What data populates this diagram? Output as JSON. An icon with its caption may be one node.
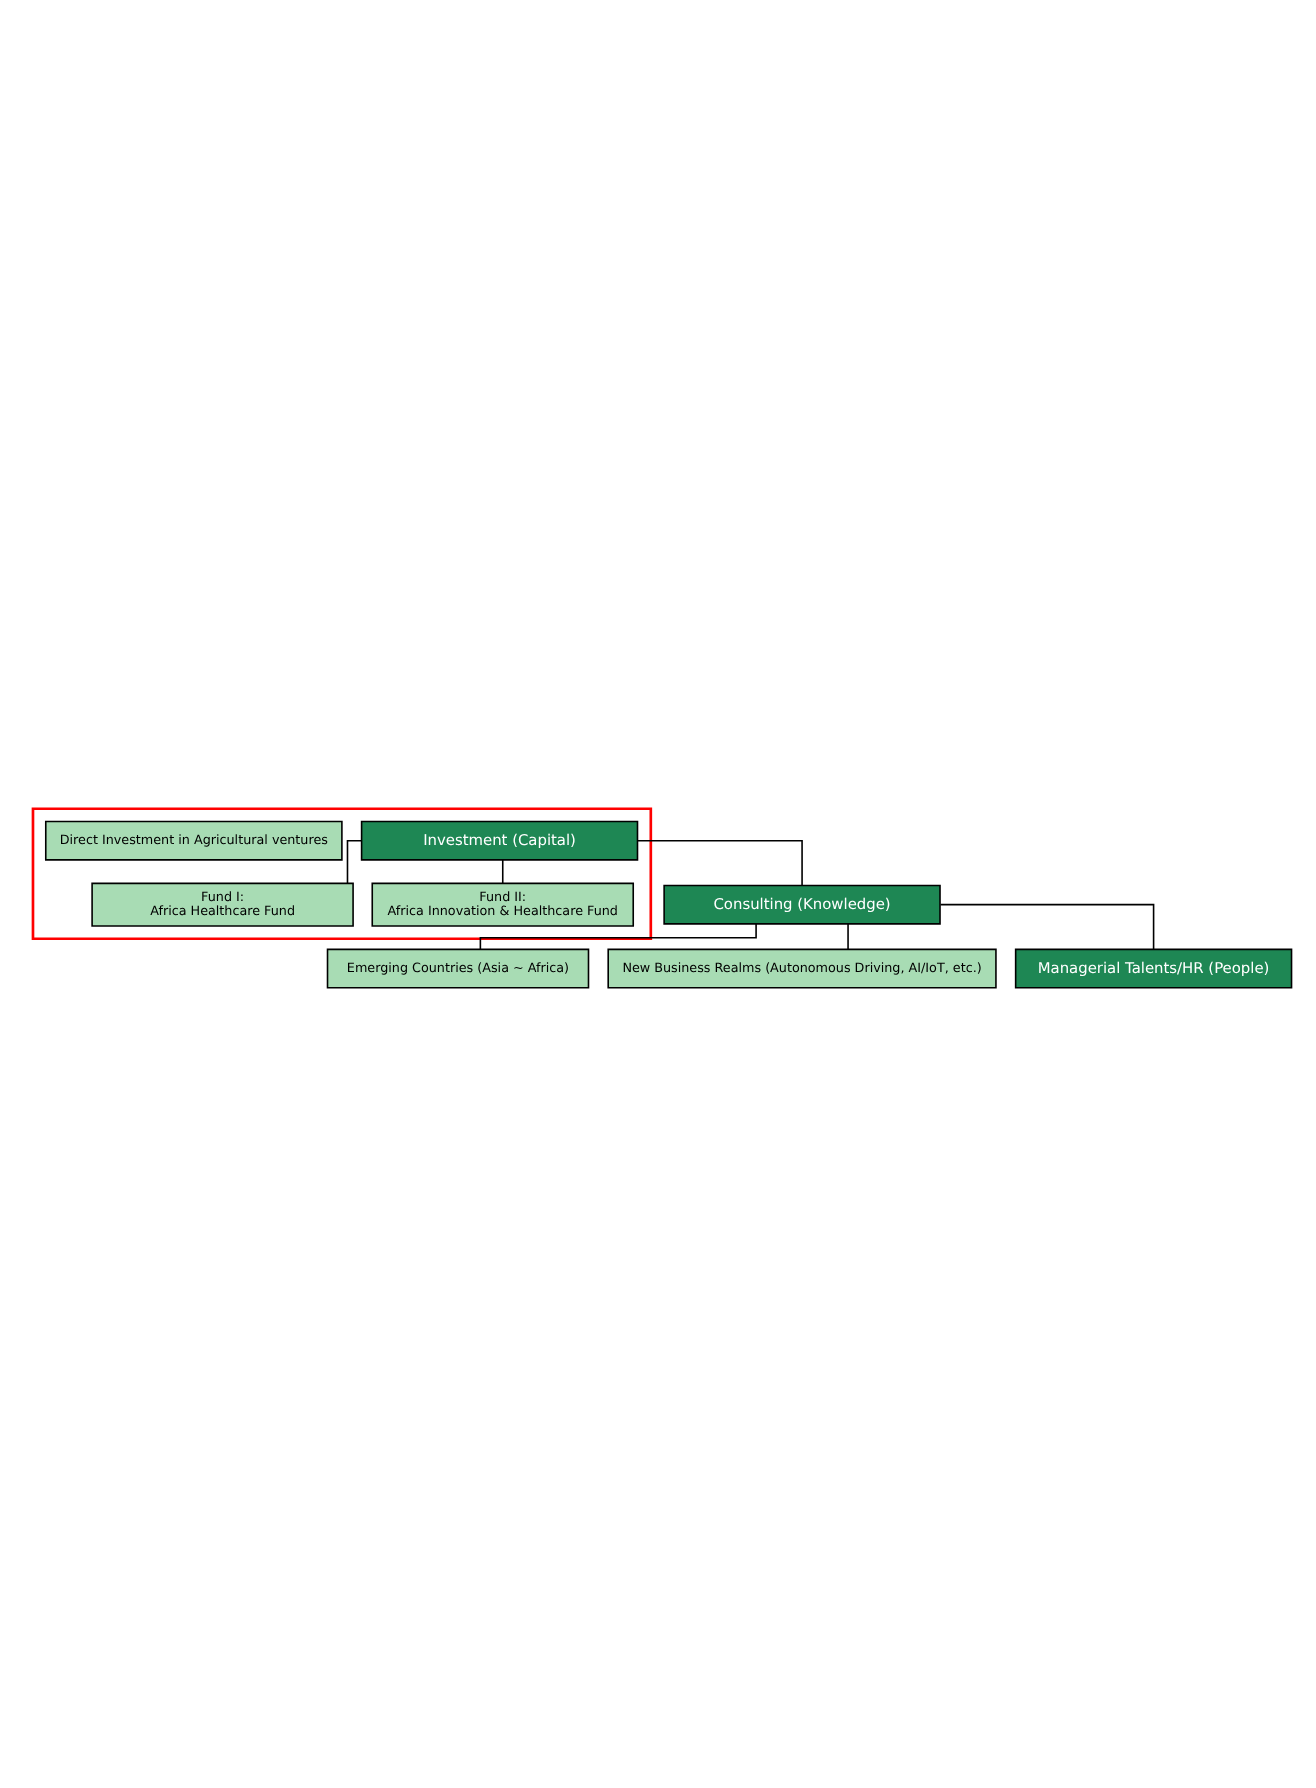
{
  "diagram": {
    "nodes": [
      {
        "text": [],
        "shape": "box"
      },
      {
        "text": [
          "Investment (Capital)"
        ],
        "in": 0
      },
      {
        "text": [
          "Direct Investment in Agricultural ventures"
        ],
        "in": 0
      },
      {
        "text": [
          "Fund I:",
          "Africa Healthcare Fund"
        ],
        "in": 0
      },
      {
        "text": [
          "Fund II:",
          "Africa Innovation & Healthcare Fund"
        ],
        "in": 0
      },
      {
        "text": [
          "Consulting (Knowledge)"
        ]
      },
      {
        "text": [
          "Emerging Countries (Asia ~ Africa)"
        ]
      },
      {
        "text": [
          "New Business Realms (Autonomous Driving, AI/IoT, etc.)"
        ]
      },
      {
        "text": [
          "Managerial Talents/HR (People)"
        ]
      }
    ],
    "edges": [
      {
        "from": 1,
        "to": 3,
        "arrow": "none"
      },
      {
        "from": 1,
        "to": 4,
        "arrow": "none"
      },
      {
        "from": 1,
        "to": 5,
        "arrow": "none"
      },
      {
        "from": 5,
        "to": 6,
        "arrow": "none"
      },
      {
        "from": 5,
        "to": 7,
        "arrow": "none"
      },
      {
        "from": 5,
        "to": 8,
        "arrow": "none"
      }
    ]
  }
}
